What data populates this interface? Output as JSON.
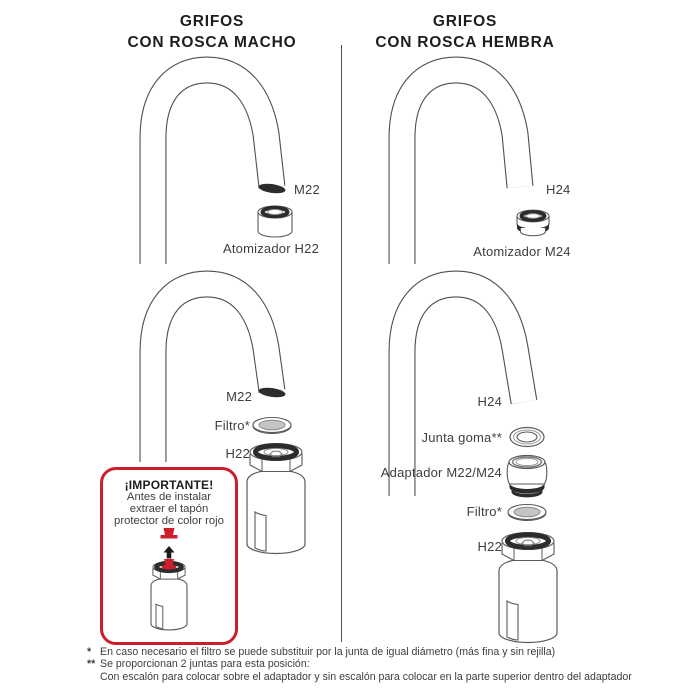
{
  "colors": {
    "red": "#cc1f2e",
    "line": "#5a5a5a",
    "dark": "#2c2c2c",
    "text": "#3e3e3e",
    "heading": "#1d1d1b",
    "mesh": "#c4c4c4"
  },
  "left_column": {
    "title_line1": "GRIFOS",
    "title_line2": "CON ROSCA MACHO",
    "diagram1": {
      "tip_label": "M22",
      "part_label": "Atomizador H22"
    },
    "diagram2": {
      "tip_label": "M22",
      "filter_label": "Filtro*",
      "body_label": "H22"
    }
  },
  "right_column": {
    "title_line1": "GRIFOS",
    "title_line2": "CON ROSCA HEMBRA",
    "diagram1": {
      "tip_label": "H24",
      "part_label": "Atomizador M24"
    },
    "diagram2": {
      "tip_label": "H24",
      "gasket_label": "Junta goma**",
      "adapter_label": "Adaptador M22/M24",
      "filter_label": "Filtro*",
      "body_label": "H22"
    }
  },
  "important_box": {
    "title": "¡IMPORTANTE!",
    "body_lines": [
      "Antes de instalar",
      "extraer el tapón",
      "protector de color rojo"
    ]
  },
  "footnotes": [
    {
      "marker": "*",
      "text": "En caso necesario el filtro se puede substituir por la junta de igual diámetro (más fina y sin rejilla)"
    },
    {
      "marker": "**",
      "text": "Se proporcionan 2 juntas para esta posición:"
    },
    {
      "marker": "",
      "text": "Con escalón para colocar sobre el adaptador y sin escalón para colocar en la parte superior dentro del adaptador"
    }
  ]
}
